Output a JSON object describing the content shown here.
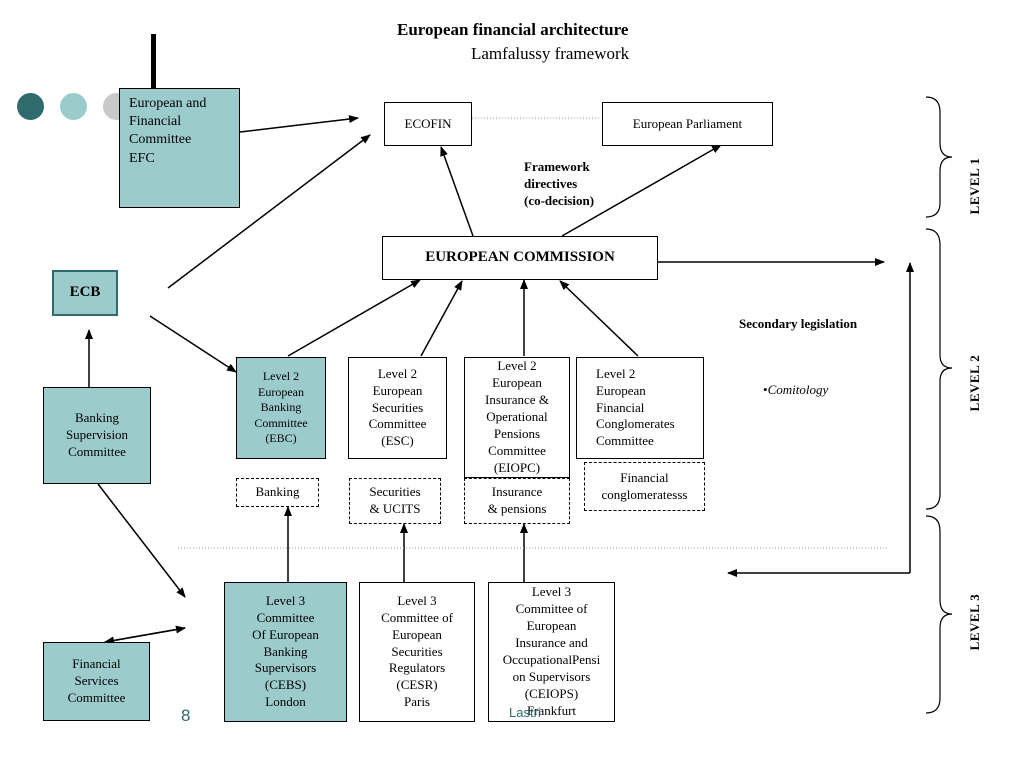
{
  "slide": {
    "title": "European financial architecture",
    "subtitle": "Lamfalussy framework",
    "page_number": "8",
    "footer_text": "Lastri",
    "accent_colors": {
      "dark_teal": "#2f6b6e",
      "light_teal": "#9ccbcc",
      "gray": "#c8c8c8"
    }
  },
  "boxes": {
    "efc": "European and\nFinancial\nCommittee\nEFC",
    "ecofin": "ECOFIN",
    "parliament": "European Parliament",
    "framework": "Framework\ndirectives\n(co-decision)",
    "commission": "EUROPEAN COMMISSION",
    "ecb": "ECB",
    "bsc": "Banking\nSupervision\nCommittee",
    "ebc": "Level 2\nEuropean\nBanking\nCommittee\n(EBC)",
    "esc": "Level 2\nEuropean\nSecurities\nCommittee\n(ESC)",
    "eiopc": "Level 2\nEuropean\nInsurance &\nOperational\nPensions\nCommittee\n(EIOPC)",
    "efcc": "Level 2\nEuropean\nFinancial\nConglomerates\nCommittee",
    "banking": "Banking",
    "securities": "Securities\n& UCITS",
    "insurance": "Insurance\n& pensions",
    "conglomerates": "Financial\nconglomeratesss",
    "cebs": "Level 3\nCommittee\nOf European\nBanking\nSupervisors\n(CEBS)\nLondon",
    "cesr": "Level 3\nCommittee of\nEuropean\nSecurities\nRegulators\n(CESR)\nParis",
    "ceiops": "Level 3\nCommittee of\nEuropean\nInsurance and\nOccupationalPensi\non Supervisors\n(CEIOPS)\nFrankfurt",
    "fsc": "Financial\nServices\nCommittee"
  },
  "labels": {
    "secondary": "Secondary legislation",
    "comitology_bullet": "•",
    "comitology": "Comitology",
    "level1": "LEVEL  1",
    "level2": "LEVEL  2",
    "level3": "LEVEL  3"
  }
}
